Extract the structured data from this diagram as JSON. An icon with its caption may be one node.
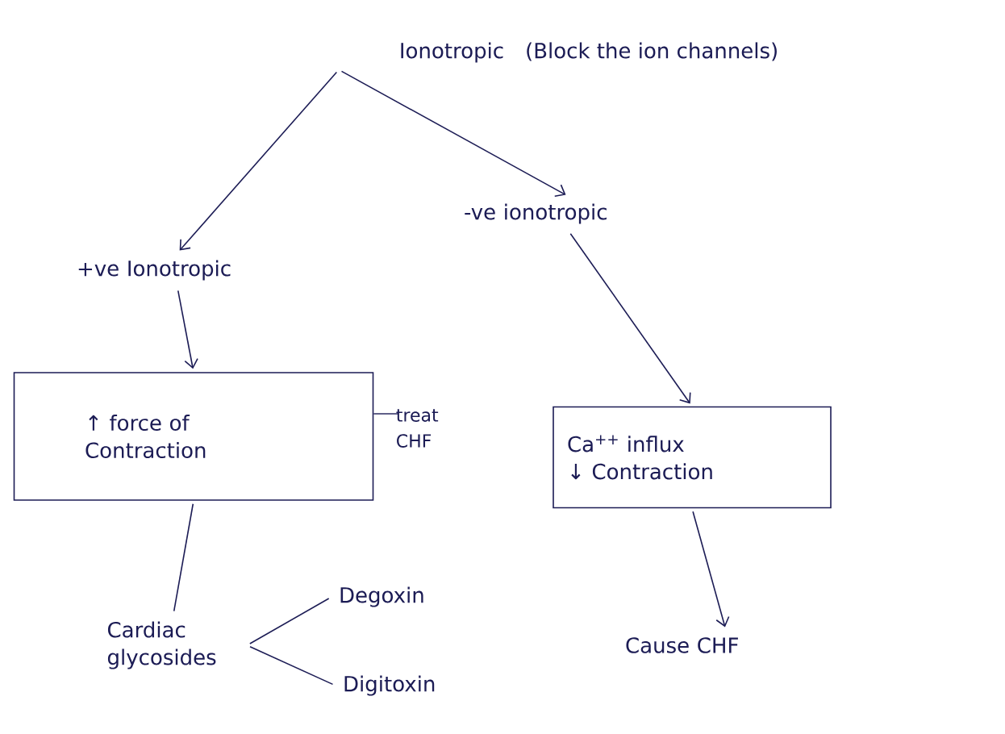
{
  "diagram": {
    "nodes": [
      {
        "text": [
          "Ionotropic",
          "(Block the ion channels)"
        ]
      },
      {
        "text": [
          "+ve Ionotropic"
        ]
      },
      {
        "text": [
          "-ve ionotropic"
        ]
      },
      {
        "text": [
          "↑ force of Contraction"
        ],
        "beside": [
          "treat CHF"
        ]
      },
      {
        "text": [
          "Ca$^{++}$ influx",
          "↓ Contraction"
        ]
      },
      {
        "text": [
          "Cardiac glycosides"
        ]
      },
      {
        "text": [
          "Degoxin"
        ]
      },
      {
        "text": [
          "Digitoxin"
        ]
      },
      {
        "text": [
          "Cause CHF"
        ]
      }
    ],
    "edges": [
      {
        "from": 0,
        "to": 1,
        "arrow": "to"
      },
      {
        "from": 0,
        "to": 2,
        "arrow": "to"
      },
      {
        "from": 1,
        "to": 3,
        "arrow": "to"
      },
      {
        "from": 2,
        "to": 4,
        "arrow": "to"
      },
      {
        "from": 3,
        "to": 5,
        "arrow": "none"
      },
      {
        "from": 5,
        "to": 6,
        "arrow": "none"
      },
      {
        "from": 5,
        "to": 7,
        "arrow": "none"
      },
      {
        "from": 4,
        "to": 8,
        "arrow": "to"
      }
    ]
  }
}
